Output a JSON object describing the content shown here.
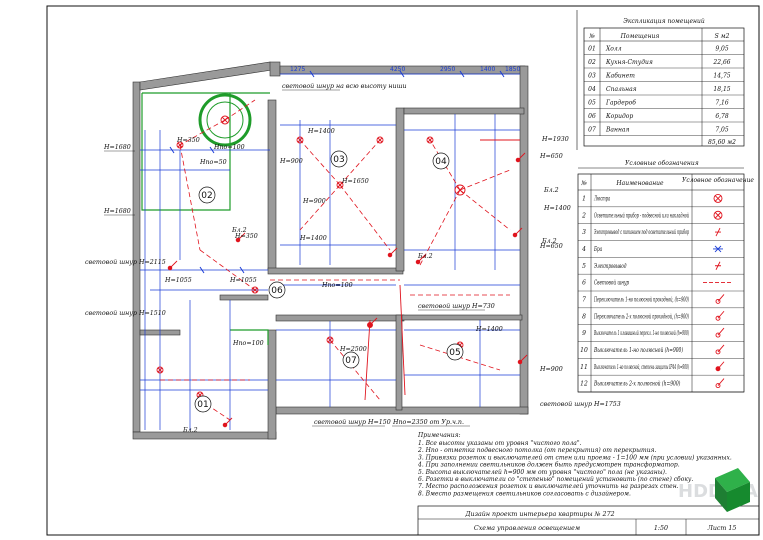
{
  "colors": {
    "wall": "#8a8a8a",
    "blue": "#1a3cd6",
    "red": "#e0141e",
    "green": "#1f9c2a",
    "line": "#111111"
  },
  "rooms_table": {
    "title": "Экспликация помещений",
    "headers": [
      "№",
      "Помещения",
      "S м2"
    ],
    "rows": [
      [
        "01",
        "Холл",
        "9,05"
      ],
      [
        "02",
        "Кухня-Студия",
        "22,66"
      ],
      [
        "03",
        "Кабинет",
        "14,75"
      ],
      [
        "04",
        "Спальная",
        "18,15"
      ],
      [
        "05",
        "Гардероб",
        "7,16"
      ],
      [
        "06",
        "Коридор",
        "6,78"
      ],
      [
        "07",
        "Ванная",
        "7,05"
      ]
    ],
    "total": "85,60 м2"
  },
  "legend": {
    "title": "Условные обозначения",
    "headers": [
      "№",
      "Наименование",
      "Условное обозначение"
    ],
    "rows": [
      {
        "n": "1",
        "name": "Люстра",
        "symbol": "chandelier-icon"
      },
      {
        "n": "2",
        "name": "Осветительный прибор - подвесной или накладной",
        "symbol": "pendant-lamp-icon"
      },
      {
        "n": "3",
        "name": "Электровывод с питанием под осветительный прибор",
        "symbol": "power-outlet-light-icon"
      },
      {
        "n": "4",
        "name": "Бра",
        "symbol": "sconce-icon"
      },
      {
        "n": "5",
        "name": "Электровывод",
        "symbol": "power-outlet-icon"
      },
      {
        "n": "6",
        "name": "Световой шнур",
        "symbol": "light-cord-icon"
      },
      {
        "n": "7",
        "name": "Переключатель 1-но полюсной проходной, (h=900)",
        "symbol": "switch-1-pole-icon"
      },
      {
        "n": "8",
        "name": "Переключатель 2-х полюсной проходной, (h=900)",
        "symbol": "switch-2-pole-icon"
      },
      {
        "n": "9",
        "name": "Выключатель 1 клавишный перекл. 1-но полюсной (h=900)",
        "symbol": "switch-1-key-icon"
      },
      {
        "n": "10",
        "name": "Выключатель 1-но полюсной (h=900)",
        "symbol": "switch-icon"
      },
      {
        "n": "11",
        "name": "Выключатель 1-но полюсной, степень защиты IP44 (h=900)",
        "symbol": "switch-ip44-icon"
      },
      {
        "n": "12",
        "name": "Выключатель 2-х полюсной (h=900)",
        "symbol": "switch-2-key-icon"
      }
    ]
  },
  "room_numbers": [
    "01",
    "02",
    "03",
    "04",
    "05",
    "06",
    "07"
  ],
  "labels": {
    "hall_cord_h": "световой шнур на всю высоту ниши",
    "h1680a": "H=1680",
    "h1680b": "H=1680",
    "h350": "H=350",
    "hb100": "Hпо=100",
    "hb50": "Hпо=50",
    "h1400": "H=1400",
    "h900": "H=900",
    "h1650": "H=1650",
    "h900b": "H=900",
    "h1400b": "H=1400",
    "h350b": "H=350",
    "cord2115": "световой шнур H=2115",
    "cord1510": "световой шнур H=1510",
    "h1055a": "H=1055",
    "h1055b": "H=1055",
    "hb100b": "Hпо=100",
    "hb100c": "Hпо=100",
    "cord730": "световой шнур H=730",
    "h1930": "H=1930",
    "h650": "H=650",
    "h650b": "H=650",
    "h1400c": "H=1400",
    "h1400d": "H=1400",
    "h2500": "H=2500",
    "h900c": "H=900",
    "cord150": "световой шнур H=150",
    "cord2350": "Hпо=2350 от Ур.ч.п.",
    "cord1753": "световой шнур H=1753",
    "br2": "Бл.2",
    "top_dims": [
      "1275",
      "4250",
      "2950",
      "1400",
      "1850"
    ]
  },
  "notes": {
    "title": "Примечания:",
    "items": [
      "1. Все высоты указаны от уровня \"чистого пола\".",
      "2. Нпо - отметка подвесного потолка (от перекрытия) от перекрытия.",
      "3. Привязки розеток и выключателей от стен или проема - 1=100 мм (при условии) указанных.",
      "4. При заполнении светильников должен быть предусмотрен трансформатор.",
      "5. Высота выключателей h=900 мм от уровня \"чистого\" пола (не указаны).",
      "6. Розетки в выключатели со \"степенью\" помещений установить (по стене) сбоку.",
      "7. Место расположения розеток и выключателей уточнить на разрезах стен.",
      "8. Вместо размещения светильников согласовать с дизайнером."
    ]
  },
  "title_block": {
    "project": "Дизайн проект интерьера квартиры № 272",
    "sheet_name": "Схема управления освещением",
    "scale": "1:50",
    "sheet_no": "Лист 15"
  },
  "watermark": "HDD.UA"
}
